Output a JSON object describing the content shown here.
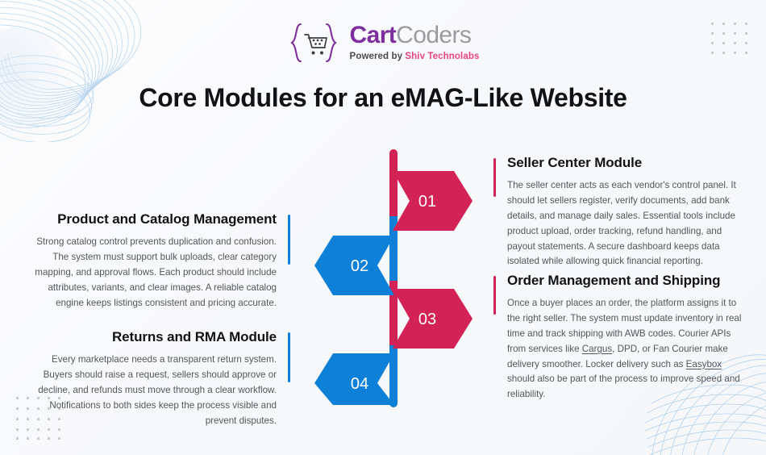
{
  "brand": {
    "logo_icon": "shopping-cart-in-braces",
    "name_part1": "Cart",
    "name_part2": "Coders",
    "tagline_prefix": "Powered by",
    "tagline_brand": "Shiv Technolabs",
    "color_cart": "#7d2f9e",
    "color_coders": "#9a9aa2",
    "color_shiv": "#e8447e"
  },
  "title": "Core Modules for an eMAG-Like Website",
  "colors": {
    "crimson": "#d32255",
    "blue": "#0f80d8",
    "background": "#f7f8fa",
    "heading": "#111215",
    "paragraph": "#53565d"
  },
  "timeline": {
    "spine_segments": [
      {
        "color": "#d32255",
        "from_step": "01"
      },
      {
        "color": "#0f80d8",
        "from_step": "02"
      },
      {
        "color": "#d32255",
        "from_step": "03"
      },
      {
        "color": "#0f80d8",
        "from_step": "04"
      }
    ],
    "steps": [
      {
        "number": "01",
        "side": "right",
        "color": "#d32255"
      },
      {
        "number": "02",
        "side": "left",
        "color": "#0f80d8"
      },
      {
        "number": "03",
        "side": "right",
        "color": "#d32255"
      },
      {
        "number": "04",
        "side": "left",
        "color": "#0f80d8"
      }
    ]
  },
  "modules": [
    {
      "step": "01",
      "side": "right",
      "accent": "crimson",
      "heading": "Seller Center Module",
      "paragraph": "The seller center acts as each vendor's control panel. It should let sellers register, verify documents, add bank details, and manage daily sales. Essential tools include product upload, order tracking, refund handling, and payout statements. A secure dashboard keeps data isolated while allowing quick financial reporting."
    },
    {
      "step": "02",
      "side": "left",
      "accent": "blue",
      "heading": "Product and Catalog Management",
      "paragraph": "Strong catalog control prevents duplication and confusion. The system must support bulk uploads, clear category mapping, and approval flows. Each product should include attributes, variants, and clear images. A reliable catalog engine keeps listings consistent and pricing accurate."
    },
    {
      "step": "03",
      "side": "right",
      "accent": "crimson",
      "heading": "Order Management and Shipping",
      "paragraph_before": "Once a buyer places an order, the platform assigns it to the right seller. The system must update inventory in real time and track shipping with AWB codes. Courier APIs from services like ",
      "underlined_1": "Cargus",
      "paragraph_middle": ", DPD, or Fan Courier make delivery smoother. Locker delivery such as ",
      "underlined_2": "Easybox",
      "paragraph_after": " should also be part of the process to improve speed and reliability."
    },
    {
      "step": "04",
      "side": "left",
      "accent": "blue",
      "heading": "Returns and RMA Module",
      "paragraph": "Every marketplace needs a transparent return system. Buyers should raise a request, sellers should approve or decline, and refunds must move through a clear workflow. Notifications to both sides keep the process visible and prevent disputes."
    }
  ],
  "decorations": {
    "dots_top_right": "dot-grid-4x4",
    "dots_bottom_left": "dot-grid-5x5",
    "swirl_top_left": "line-art-swirl",
    "mesh_bottom_right": "line-art-mesh"
  }
}
